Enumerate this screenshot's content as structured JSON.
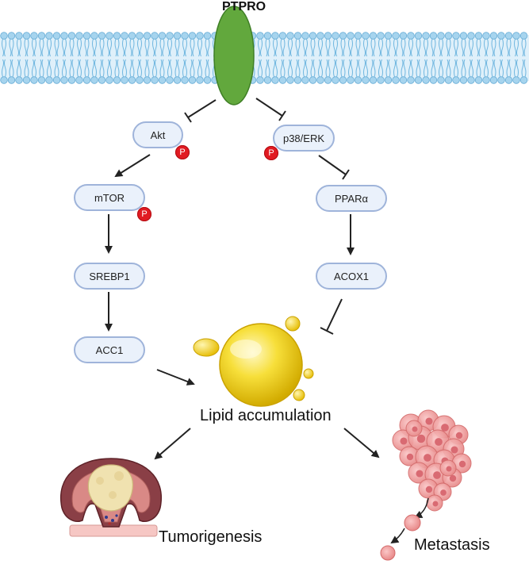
{
  "receptor": {
    "name": "PTPRO"
  },
  "left_pathway": [
    {
      "id": "akt",
      "label": "Akt",
      "phosphorylated": true
    },
    {
      "id": "mtor",
      "label": "mTOR",
      "phosphorylated": true
    },
    {
      "id": "srebp1",
      "label": "SREBP1",
      "phosphorylated": false
    },
    {
      "id": "acc1",
      "label": "ACC1",
      "phosphorylated": false
    }
  ],
  "right_pathway": [
    {
      "id": "p38erk",
      "label": "p38/ERK",
      "phosphorylated": true
    },
    {
      "id": "ppara",
      "label": "PPARα",
      "phosphorylated": false
    },
    {
      "id": "acox1",
      "label": "ACOX1",
      "phosphorylated": false
    }
  ],
  "phospho_mark": "P",
  "center": {
    "label": "Lipid accumulation"
  },
  "outcomes": {
    "tumor": "Tumorigenesis",
    "metastasis": "Metastasis"
  },
  "colors": {
    "membrane": "#a6d4ee",
    "membrane_tail": "#6fb6df",
    "receptor": "#62a83d",
    "node_border": "#9fb4da",
    "node_fill": "#eaf1fb",
    "phospho": "#e11b22",
    "lipid": "#f2d21a"
  }
}
